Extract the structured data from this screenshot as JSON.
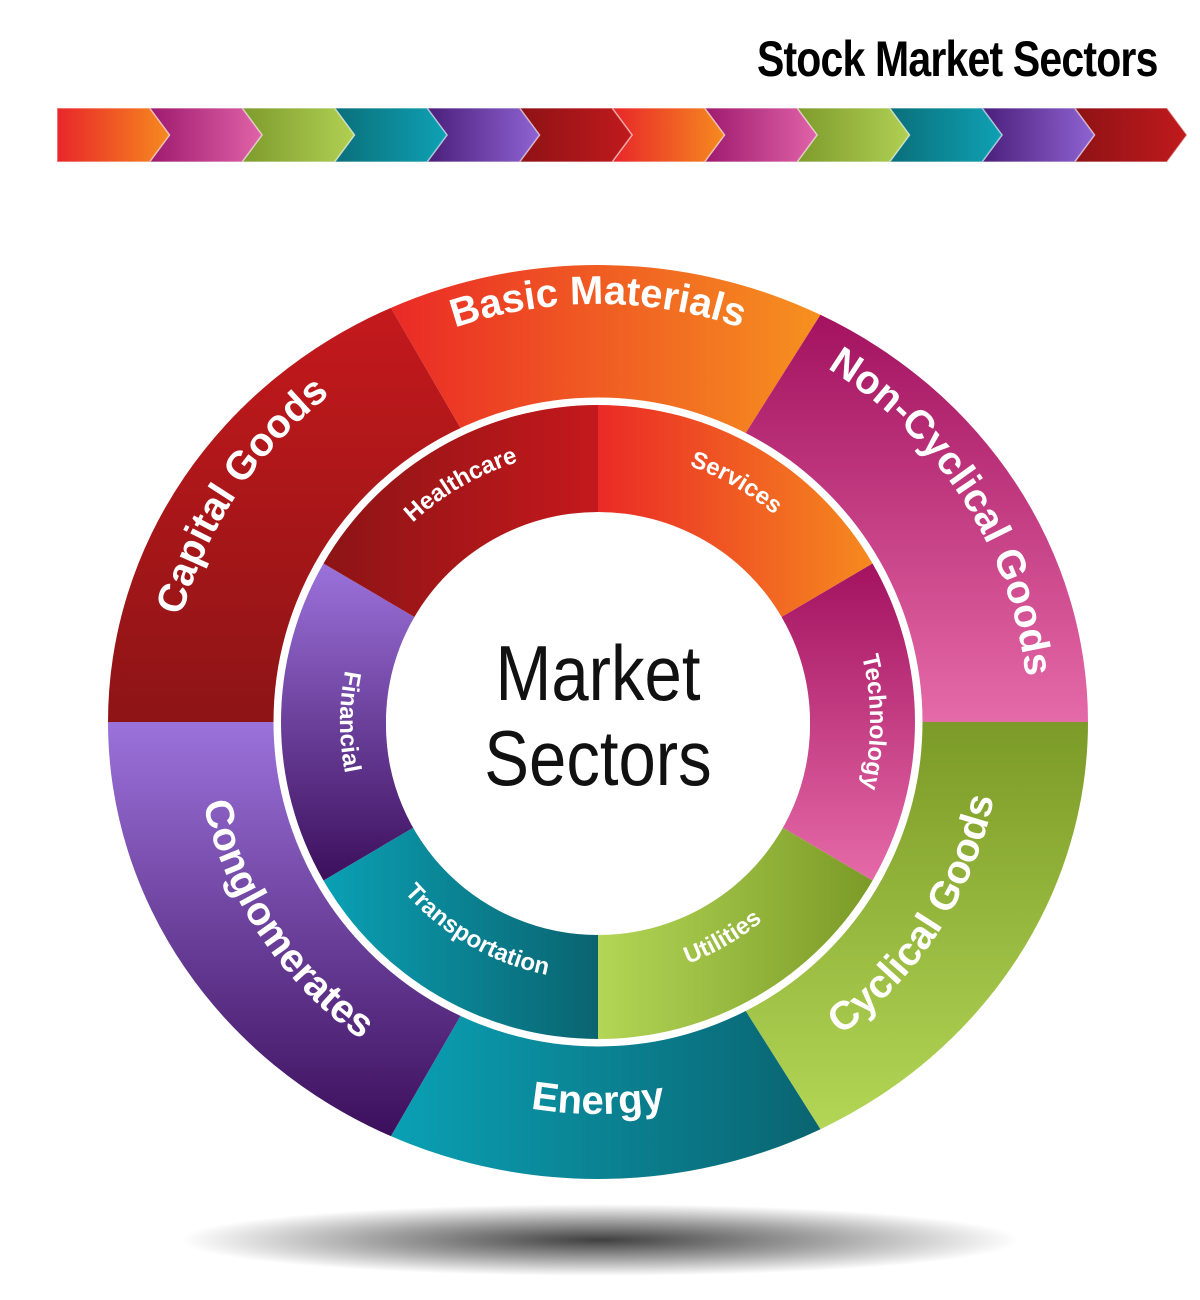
{
  "header": {
    "title": "Stock Market Sectors"
  },
  "arrow_bar": {
    "colors": [
      [
        "#e8262a",
        "#f68a1f"
      ],
      [
        "#9e1a6e",
        "#e063a8"
      ],
      [
        "#7e9b2c",
        "#b0d053"
      ],
      [
        "#0a6f7a",
        "#0fa1b4"
      ],
      [
        "#4a1f7a",
        "#8f63d2"
      ],
      [
        "#8e1215",
        "#c11a1c"
      ],
      [
        "#e8262a",
        "#f68a1f"
      ],
      [
        "#9e1a6e",
        "#e063a8"
      ],
      [
        "#7e9b2c",
        "#b0d053"
      ],
      [
        "#0a6f7a",
        "#0fa1b4"
      ],
      [
        "#4a1f7a",
        "#8f63d2"
      ],
      [
        "#8e1215",
        "#c11a1c"
      ]
    ]
  },
  "center": {
    "line1": "Market",
    "line2": "Sectors"
  },
  "outer_ring": [
    {
      "label": "Basic Materials",
      "color_a": "#ea2a26",
      "color_b": "#f6911f"
    },
    {
      "label": "Non-Cyclical Goods",
      "color_a": "#a3125f",
      "color_b": "#e56aa8"
    },
    {
      "label": "Cyclical Goods",
      "color_a": "#7b9a27",
      "color_b": "#b3d656"
    },
    {
      "label": "Energy",
      "color_a": "#0aa0b4",
      "color_b": "#0a6470"
    },
    {
      "label": "Conglomerates",
      "color_a": "#9b72db",
      "color_b": "#3c0f5c"
    },
    {
      "label": "Capital Goods",
      "color_a": "#c4191c",
      "color_b": "#8d1416"
    }
  ],
  "inner_ring": [
    {
      "label": "Services",
      "color_a": "#ea2a26",
      "color_b": "#f68a1f"
    },
    {
      "label": "Technology",
      "color_a": "#a3125f",
      "color_b": "#e56aa8"
    },
    {
      "label": "Utilities",
      "color_a": "#7b9a27",
      "color_b": "#b3d656"
    },
    {
      "label": "Transportation",
      "color_a": "#0aa0b4",
      "color_b": "#0a6470"
    },
    {
      "label": "Financial",
      "color_a": "#9b72db",
      "color_b": "#3c0f5c"
    },
    {
      "label": "Healthcare",
      "color_a": "#c4191c",
      "color_b": "#8d1416"
    }
  ],
  "chart_data": {
    "type": "diagram",
    "title": "Stock Market Sectors",
    "center": "Market Sectors",
    "outer_sectors": [
      "Basic Materials",
      "Non-Cyclical Goods",
      "Cyclical Goods",
      "Energy",
      "Conglomerates",
      "Capital Goods"
    ],
    "inner_sectors": [
      "Services",
      "Technology",
      "Utilities",
      "Transportation",
      "Financial",
      "Healthcare"
    ]
  }
}
